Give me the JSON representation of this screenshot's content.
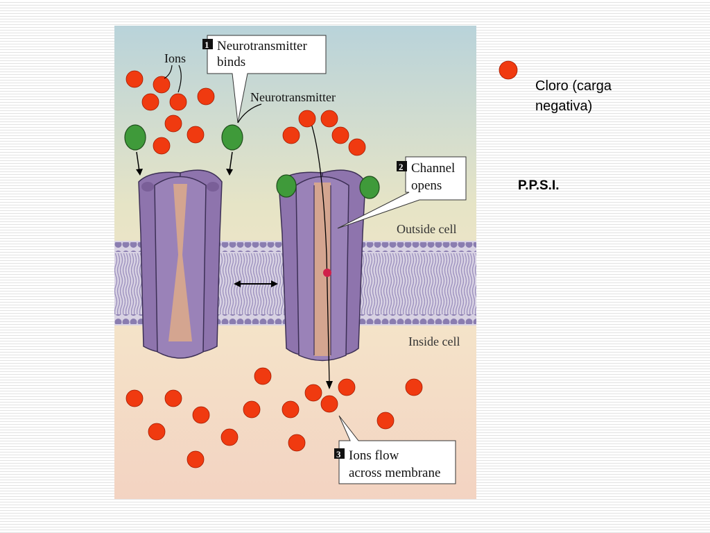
{
  "legend": {
    "line1": "Cloro (carga",
    "line2": "negativa)",
    "ion_color": "#f03a10"
  },
  "slide_label": "P.P.S.I.",
  "figure": {
    "ions_label": "Ions",
    "step1_number": "1",
    "step1_label_line1": "Neurotransmitter",
    "step1_label_line2": "binds",
    "neurotransmitter_label": "Neurotransmitter",
    "step2_number": "2",
    "step2_label_line1": "Channel",
    "step2_label_line2": "opens",
    "outside_label": "Outside cell",
    "inside_label": "Inside cell",
    "step3_number": "3",
    "step3_label_line1": "Ions flow",
    "step3_label_line2": "across membrane",
    "colors": {
      "neurotransmitter": "#3f9a3a",
      "channel": "#8e74ad",
      "pore": "#d4a590",
      "membrane_head": "#8a7db0",
      "outside_top": "#bcd5dc",
      "inside_bottom": "#f2d4c3"
    }
  }
}
